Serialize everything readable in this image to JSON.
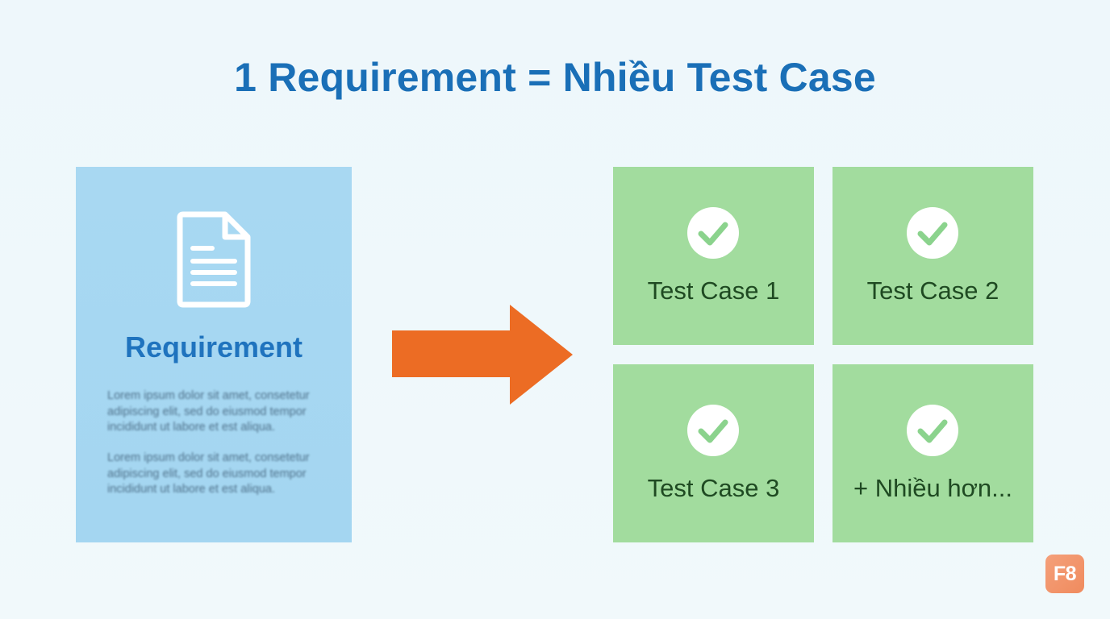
{
  "title": "1 Requirement = Nhiều Test Case",
  "requirement": {
    "icon": "document-icon",
    "label": "Requirement",
    "paragraphs": [
      "Lorem ipsum dolor sit amet, consetetur adipiscing elit, sed do eiusmod tempor incididunt ut labore et est aliqua.",
      "Lorem ipsum dolor sit amet, consetetur adipiscing elit, sed do eiusmod tempor incididunt ut labore et est aliqua."
    ]
  },
  "arrow": {
    "icon": "arrow-right-icon",
    "color": "#ec6c24"
  },
  "test_cases": [
    {
      "icon": "check-icon",
      "label": "Test Case 1"
    },
    {
      "icon": "check-icon",
      "label": "Test Case 2"
    },
    {
      "icon": "check-icon",
      "label": "Test Case 3"
    },
    {
      "icon": "check-icon",
      "label": "+ Nhiều hơn..."
    }
  ],
  "badge": {
    "label": "F8"
  },
  "colors": {
    "title": "#1a6fb7",
    "requirement_card": "#a8d8f2",
    "test_case_card": "#a2dc9e",
    "check_mark": "#8bd38d",
    "badge": "#f08b5e"
  }
}
